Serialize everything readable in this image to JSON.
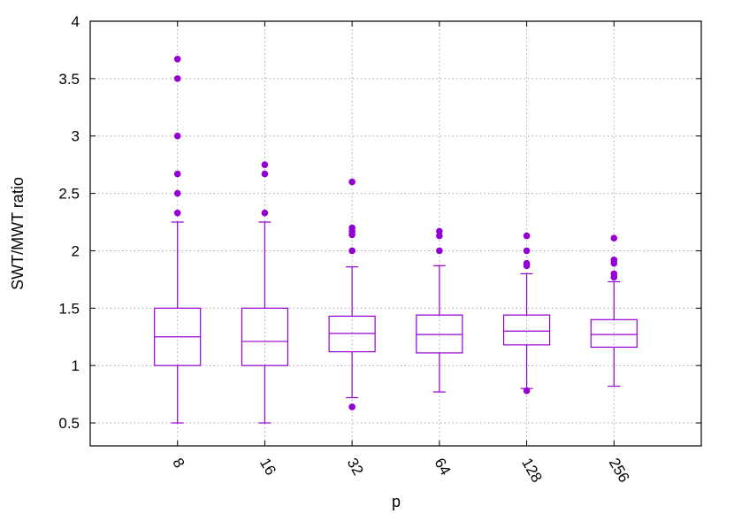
{
  "chart_data": {
    "type": "box",
    "title": "",
    "xlabel": "p",
    "ylabel": "SWT/MWT ratio",
    "ylim": [
      0.3,
      4
    ],
    "yticks": [
      0.5,
      1,
      1.5,
      2,
      2.5,
      3,
      3.5,
      4
    ],
    "ytick_labels": [
      "0.5",
      "1",
      "1.5",
      "2",
      "2.5",
      "3",
      "3.5",
      "4"
    ],
    "grid": true,
    "categories": [
      "8",
      "16",
      "32",
      "64",
      "128",
      "256"
    ],
    "boxes": [
      {
        "category": "8",
        "whisker_low": 0.5,
        "q1": 1.0,
        "median": 1.25,
        "q3": 1.5,
        "whisker_high": 2.25,
        "outliers": [
          2.33,
          2.5,
          2.67,
          3.0,
          3.5,
          3.67
        ]
      },
      {
        "category": "16",
        "whisker_low": 0.5,
        "q1": 1.0,
        "median": 1.21,
        "q3": 1.5,
        "whisker_high": 2.25,
        "outliers": [
          2.33,
          2.67,
          2.75
        ]
      },
      {
        "category": "32",
        "whisker_low": 0.72,
        "q1": 1.12,
        "median": 1.28,
        "q3": 1.43,
        "whisker_high": 1.86,
        "outliers": [
          0.64,
          2.0,
          2.14,
          2.17,
          2.2,
          2.6
        ]
      },
      {
        "category": "64",
        "whisker_low": 0.77,
        "q1": 1.11,
        "median": 1.27,
        "q3": 1.44,
        "whisker_high": 1.87,
        "outliers": [
          2.0,
          2.13,
          2.17
        ]
      },
      {
        "category": "128",
        "whisker_low": 0.8,
        "q1": 1.18,
        "median": 1.3,
        "q3": 1.44,
        "whisker_high": 1.8,
        "outliers": [
          0.78,
          1.87,
          1.89,
          2.0,
          2.13
        ]
      },
      {
        "category": "256",
        "whisker_low": 0.82,
        "q1": 1.16,
        "median": 1.27,
        "q3": 1.4,
        "whisker_high": 1.73,
        "outliers": [
          1.77,
          1.8,
          1.89,
          1.92,
          2.11
        ]
      }
    ],
    "colors": {
      "box": "#9400D3",
      "outlier": "#9400D3",
      "grid": "#a9a9a9",
      "axis": "#000000"
    }
  }
}
